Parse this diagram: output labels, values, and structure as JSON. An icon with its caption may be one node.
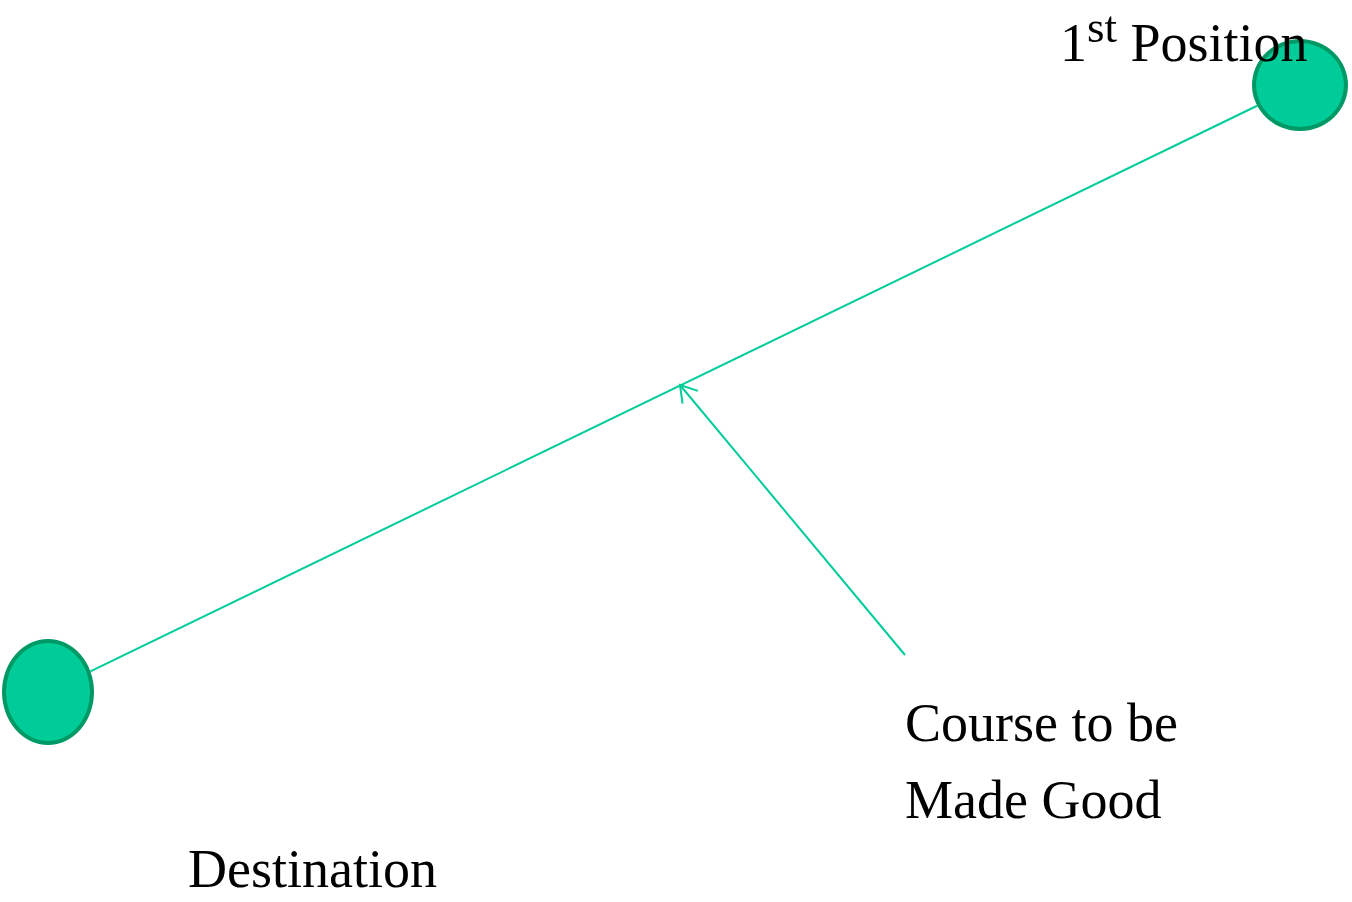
{
  "diagram": {
    "nodes": [
      {
        "text": [],
        "shape": "circle",
        "beside": [
          "1$^{st}$ Position"
        ]
      },
      {
        "text": [],
        "shape": "circle",
        "beside": [
          "Destination"
        ]
      },
      {
        "text": [
          "Course to be Made Good"
        ]
      }
    ],
    "edges": [
      {
        "from": 0,
        "to": 1,
        "arrow": "none"
      },
      {
        "from": 2,
        "to": null,
        "arrow": "to"
      }
    ]
  }
}
